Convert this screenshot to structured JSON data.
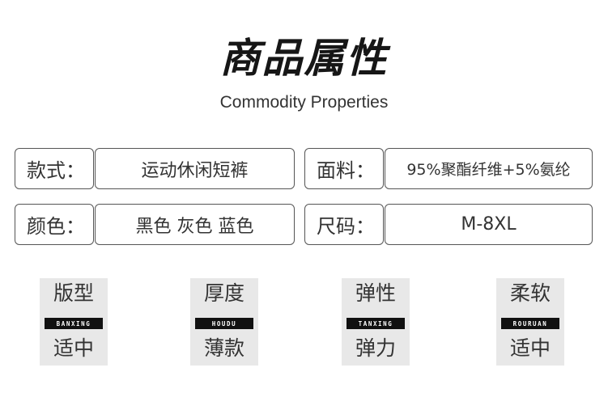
{
  "header": {
    "title": "商品属性",
    "subtitle": "Commodity Properties"
  },
  "properties": [
    {
      "label": "款式：",
      "value": "运动休闲短裤"
    },
    {
      "label": "面料：",
      "value": "95%聚酯纤维+5%氨纶"
    },
    {
      "label": "颜色：",
      "value": "黑色 灰色 蓝色"
    },
    {
      "label": "尺码：",
      "value": "M-8XL"
    }
  ],
  "features": [
    {
      "name": "版型",
      "tag": "BANXING",
      "value": "适中"
    },
    {
      "name": "厚度",
      "tag": "HOUDU",
      "value": "薄款"
    },
    {
      "name": "弹性",
      "tag": "TANXING",
      "value": "弹力"
    },
    {
      "name": "柔软",
      "tag": "ROURUAN",
      "value": "适中"
    }
  ]
}
